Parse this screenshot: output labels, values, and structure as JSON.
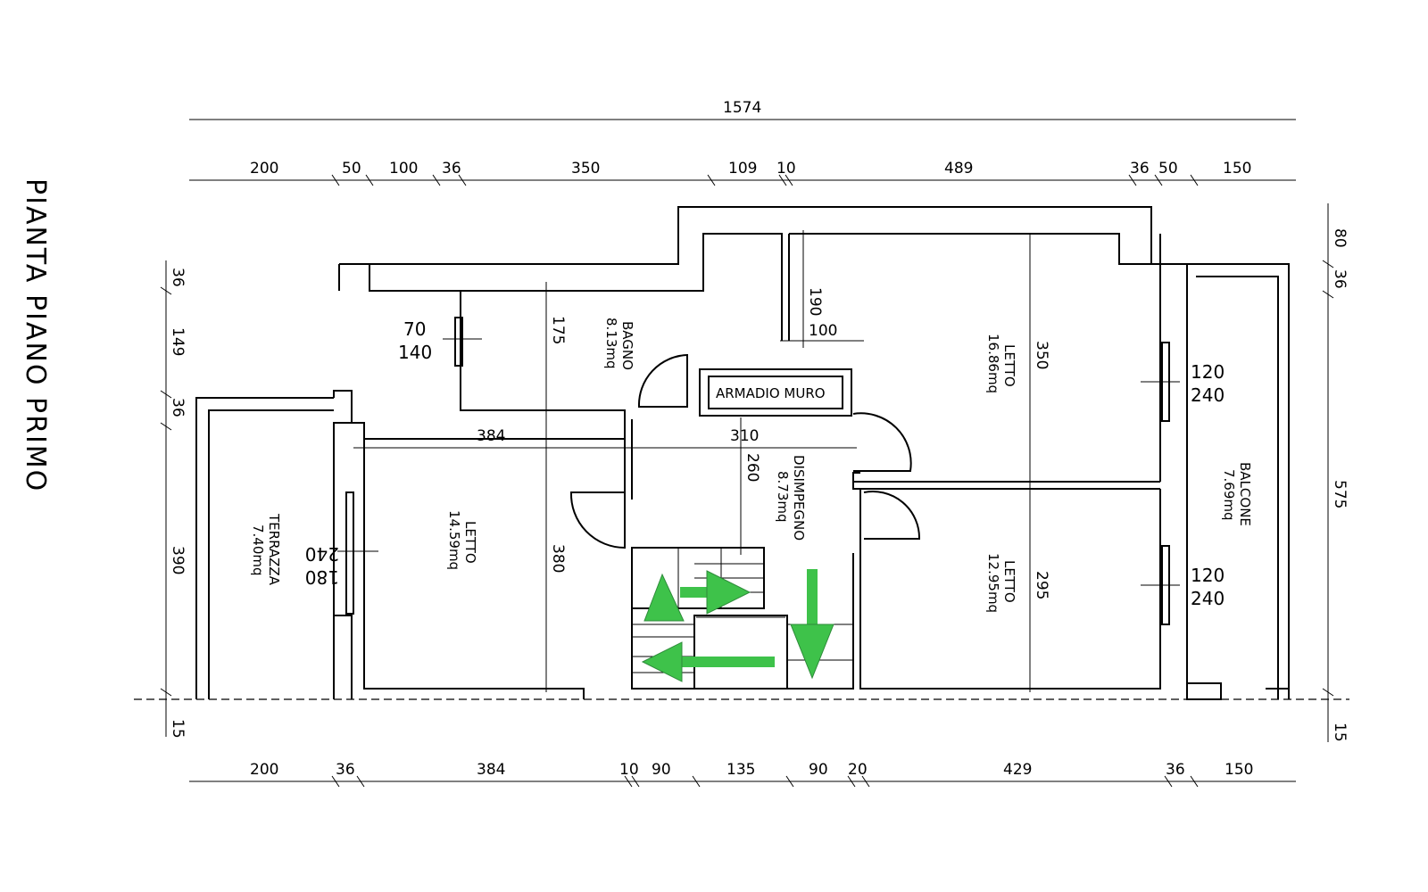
{
  "title": "PIANTA PIANO PRIMO",
  "dims_top_total": "1574",
  "dims_top": [
    "200",
    "50",
    "100",
    "36",
    "350",
    "109",
    "10",
    "489",
    "36",
    "50",
    "150"
  ],
  "dims_bottom": [
    "200",
    "36",
    "384",
    "10",
    "90",
    "135",
    "90",
    "20",
    "429",
    "36",
    "150"
  ],
  "dims_left": [
    "36",
    "149",
    "36",
    "390",
    "15"
  ],
  "dims_right": [
    "80",
    "36",
    "575",
    "15"
  ],
  "rooms": {
    "bagno": {
      "name": "BAGNO",
      "area": "8.13mq"
    },
    "letto_ne": {
      "name": "LETTO",
      "area": "16.86mq"
    },
    "letto_sw": {
      "name": "LETTO",
      "area": "14.59mq"
    },
    "letto_se": {
      "name": "LETTO",
      "area": "12.95mq"
    },
    "terrazza": {
      "name": "TERRAZZA",
      "area": "7.40mq"
    },
    "disimpegno": {
      "name": "DISIMPEGNO",
      "area": "8.73mq"
    },
    "balcone": {
      "name": "BALCONE",
      "area": "7.69mq"
    },
    "armadio": "ARMADIO MURO"
  },
  "inner_dims": {
    "bagno_h": "175",
    "letto_ne_h": "350",
    "letto_se_h": "295",
    "letto_sw_h": "380",
    "disimpegno_h": "260",
    "corridor_w": "384",
    "corridor_w2": "310",
    "armadio_h": "190",
    "armadio_w": "100"
  },
  "windows": {
    "bagno": {
      "w": "70",
      "h": "140"
    },
    "terrazza": {
      "w": "180",
      "h": "240"
    },
    "letto_ne": {
      "w": "120",
      "h": "240"
    },
    "letto_se": {
      "w": "120",
      "h": "240"
    }
  }
}
